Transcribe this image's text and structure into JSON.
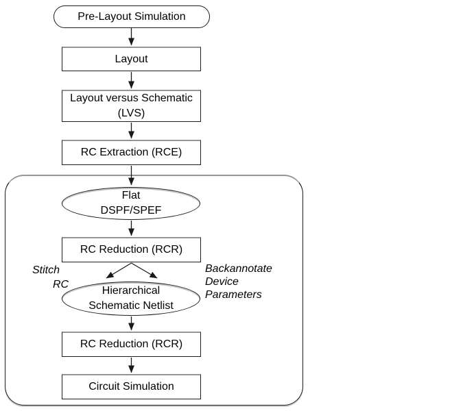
{
  "diagram": {
    "nodes": {
      "pre_layout_simulation": {
        "label": "Pre-Layout Simulation"
      },
      "layout": {
        "label": "Layout"
      },
      "lvs": {
        "line1": "Layout versus Schematic",
        "line2": "(LVS)"
      },
      "rc_extraction": {
        "label": "RC Extraction (RCE)"
      },
      "flat_dspf_spef": {
        "line1": "Flat",
        "line2": "DSPF/SPEF"
      },
      "rc_reduction_1": {
        "label": "RC Reduction (RCR)"
      },
      "hierarchical_netlist": {
        "line1": "Hierarchical",
        "line2": "Schematic Netlist"
      },
      "rc_reduction_2": {
        "label": "RC Reduction (RCR)"
      },
      "circuit_simulation": {
        "label": "Circuit Simulation"
      }
    },
    "edge_labels": {
      "stitch_rc": {
        "line1": "Stitch",
        "line2": "RC"
      },
      "backannotate": {
        "line1": "Backannotate",
        "line2": "Device",
        "line3": "Parameters"
      }
    },
    "colors": {
      "stroke": "#1a1a1a",
      "edge_shadow": "#949494",
      "background": "#ffffff",
      "text": "#000000"
    }
  }
}
